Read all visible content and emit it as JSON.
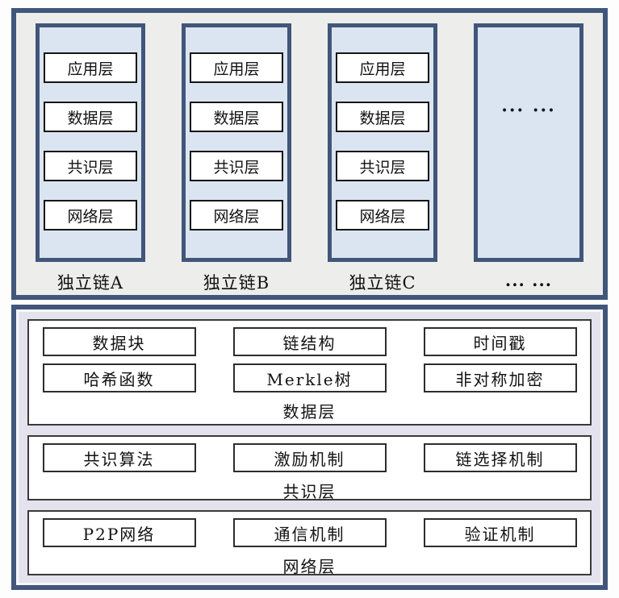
{
  "colors": {
    "panel_border": "#41567a",
    "top_panel_bg": "#ededec",
    "chain_fill": "#dbe5f1",
    "bottom_panel_bg": "#e3e2ed",
    "box_border": "#2d2d2d",
    "box_fill": "#ffffff"
  },
  "top_panel": {
    "chains": [
      {
        "label": "独立链A",
        "layers": [
          "应用层",
          "数据层",
          "共识层",
          "网络层"
        ]
      },
      {
        "label": "独立链B",
        "layers": [
          "应用层",
          "数据层",
          "共识层",
          "网络层"
        ]
      },
      {
        "label": "独立链C",
        "layers": [
          "应用层",
          "数据层",
          "共识层",
          "网络层"
        ]
      }
    ],
    "placeholder": {
      "dots": "··· ···",
      "label": "... ..."
    }
  },
  "bottom_panel": {
    "groups": [
      {
        "label": "数据层",
        "boxes": [
          "数据块",
          "链结构",
          "时间戳",
          "哈希函数",
          "Merkle树",
          "非对称加密"
        ]
      },
      {
        "label": "共识层",
        "boxes": [
          "共识算法",
          "激励机制",
          "链选择机制"
        ]
      },
      {
        "label": "网络层",
        "boxes": [
          "P2P网络",
          "通信机制",
          "验证机制"
        ]
      }
    ]
  }
}
